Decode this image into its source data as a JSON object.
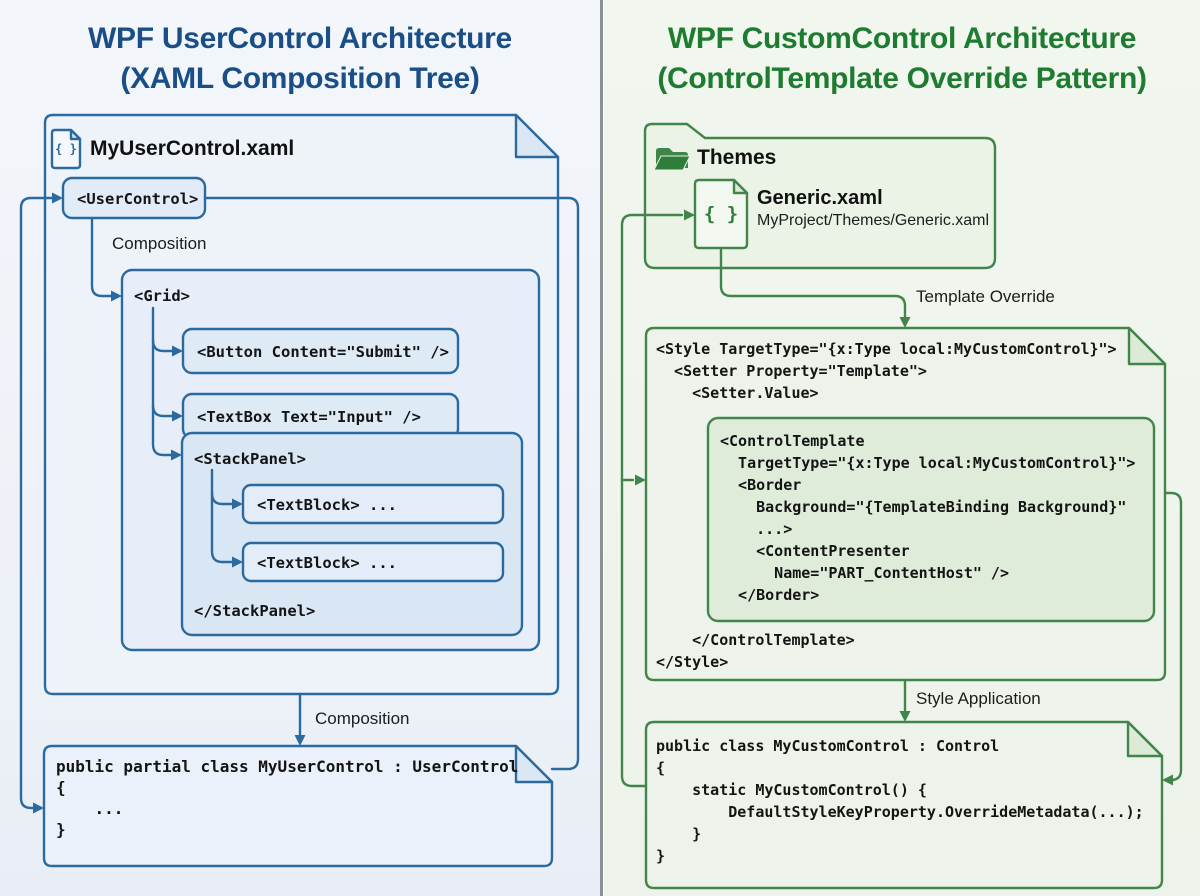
{
  "left": {
    "title1": "WPF UserControl Architecture",
    "title2": "(XAML Composition Tree)",
    "doc": {
      "filename": "MyUserControl.xaml",
      "icon_glyph": "{ }"
    },
    "nodes": {
      "usercontrol": "<UserControl>",
      "grid": "<Grid>",
      "button": "<Button Content=\"Submit\" />",
      "textbox": "<TextBox Text=\"Input\" />",
      "stackpanel_open": "<StackPanel>",
      "textblock1": "<TextBlock> ...",
      "textblock2": "<TextBlock> ...",
      "stackpanel_close": "</StackPanel>"
    },
    "labels": {
      "composition_child": "Composition",
      "composition_codebehind": "Composition"
    },
    "code_behind": "public partial class MyUserControl : UserControl\n{\n    ...\n}"
  },
  "right": {
    "title1": "WPF CustomControl Architecture",
    "title2": "(ControlTemplate Override Pattern)",
    "folder": {
      "name": "Themes",
      "file": {
        "icon_glyph": "{ }",
        "name": "Generic.xaml",
        "path": "MyProject/Themes/Generic.xaml"
      }
    },
    "labels": {
      "template_override": "Template Override",
      "style_application": "Style Application"
    },
    "style": {
      "open": "<Style TargetType=\"{x:Type local:MyCustomControl}\">\n  <Setter Property=\"Template\">\n    <Setter.Value>",
      "control_template": "<ControlTemplate\n  TargetType=\"{x:Type local:MyCustomControl}\">\n  <Border\n    Background=\"{TemplateBinding Background}\"\n    ...>\n    <ContentPresenter\n      Name=\"PART_ContentHost\" />\n  </Border>",
      "close": "    </ControlTemplate>\n</Style>"
    },
    "code": "public class MyCustomControl : Control\n{\n    static MyCustomControl() {\n        DefaultStyleKeyProperty.OverrideMetadata(...);\n    }\n}"
  },
  "colors": {
    "accent_blue": "#2b6a9f",
    "accent_green": "#41854b",
    "title_blue": "#1a4e87",
    "title_green": "#1e7c31",
    "divider_gray": "#8b9095"
  }
}
